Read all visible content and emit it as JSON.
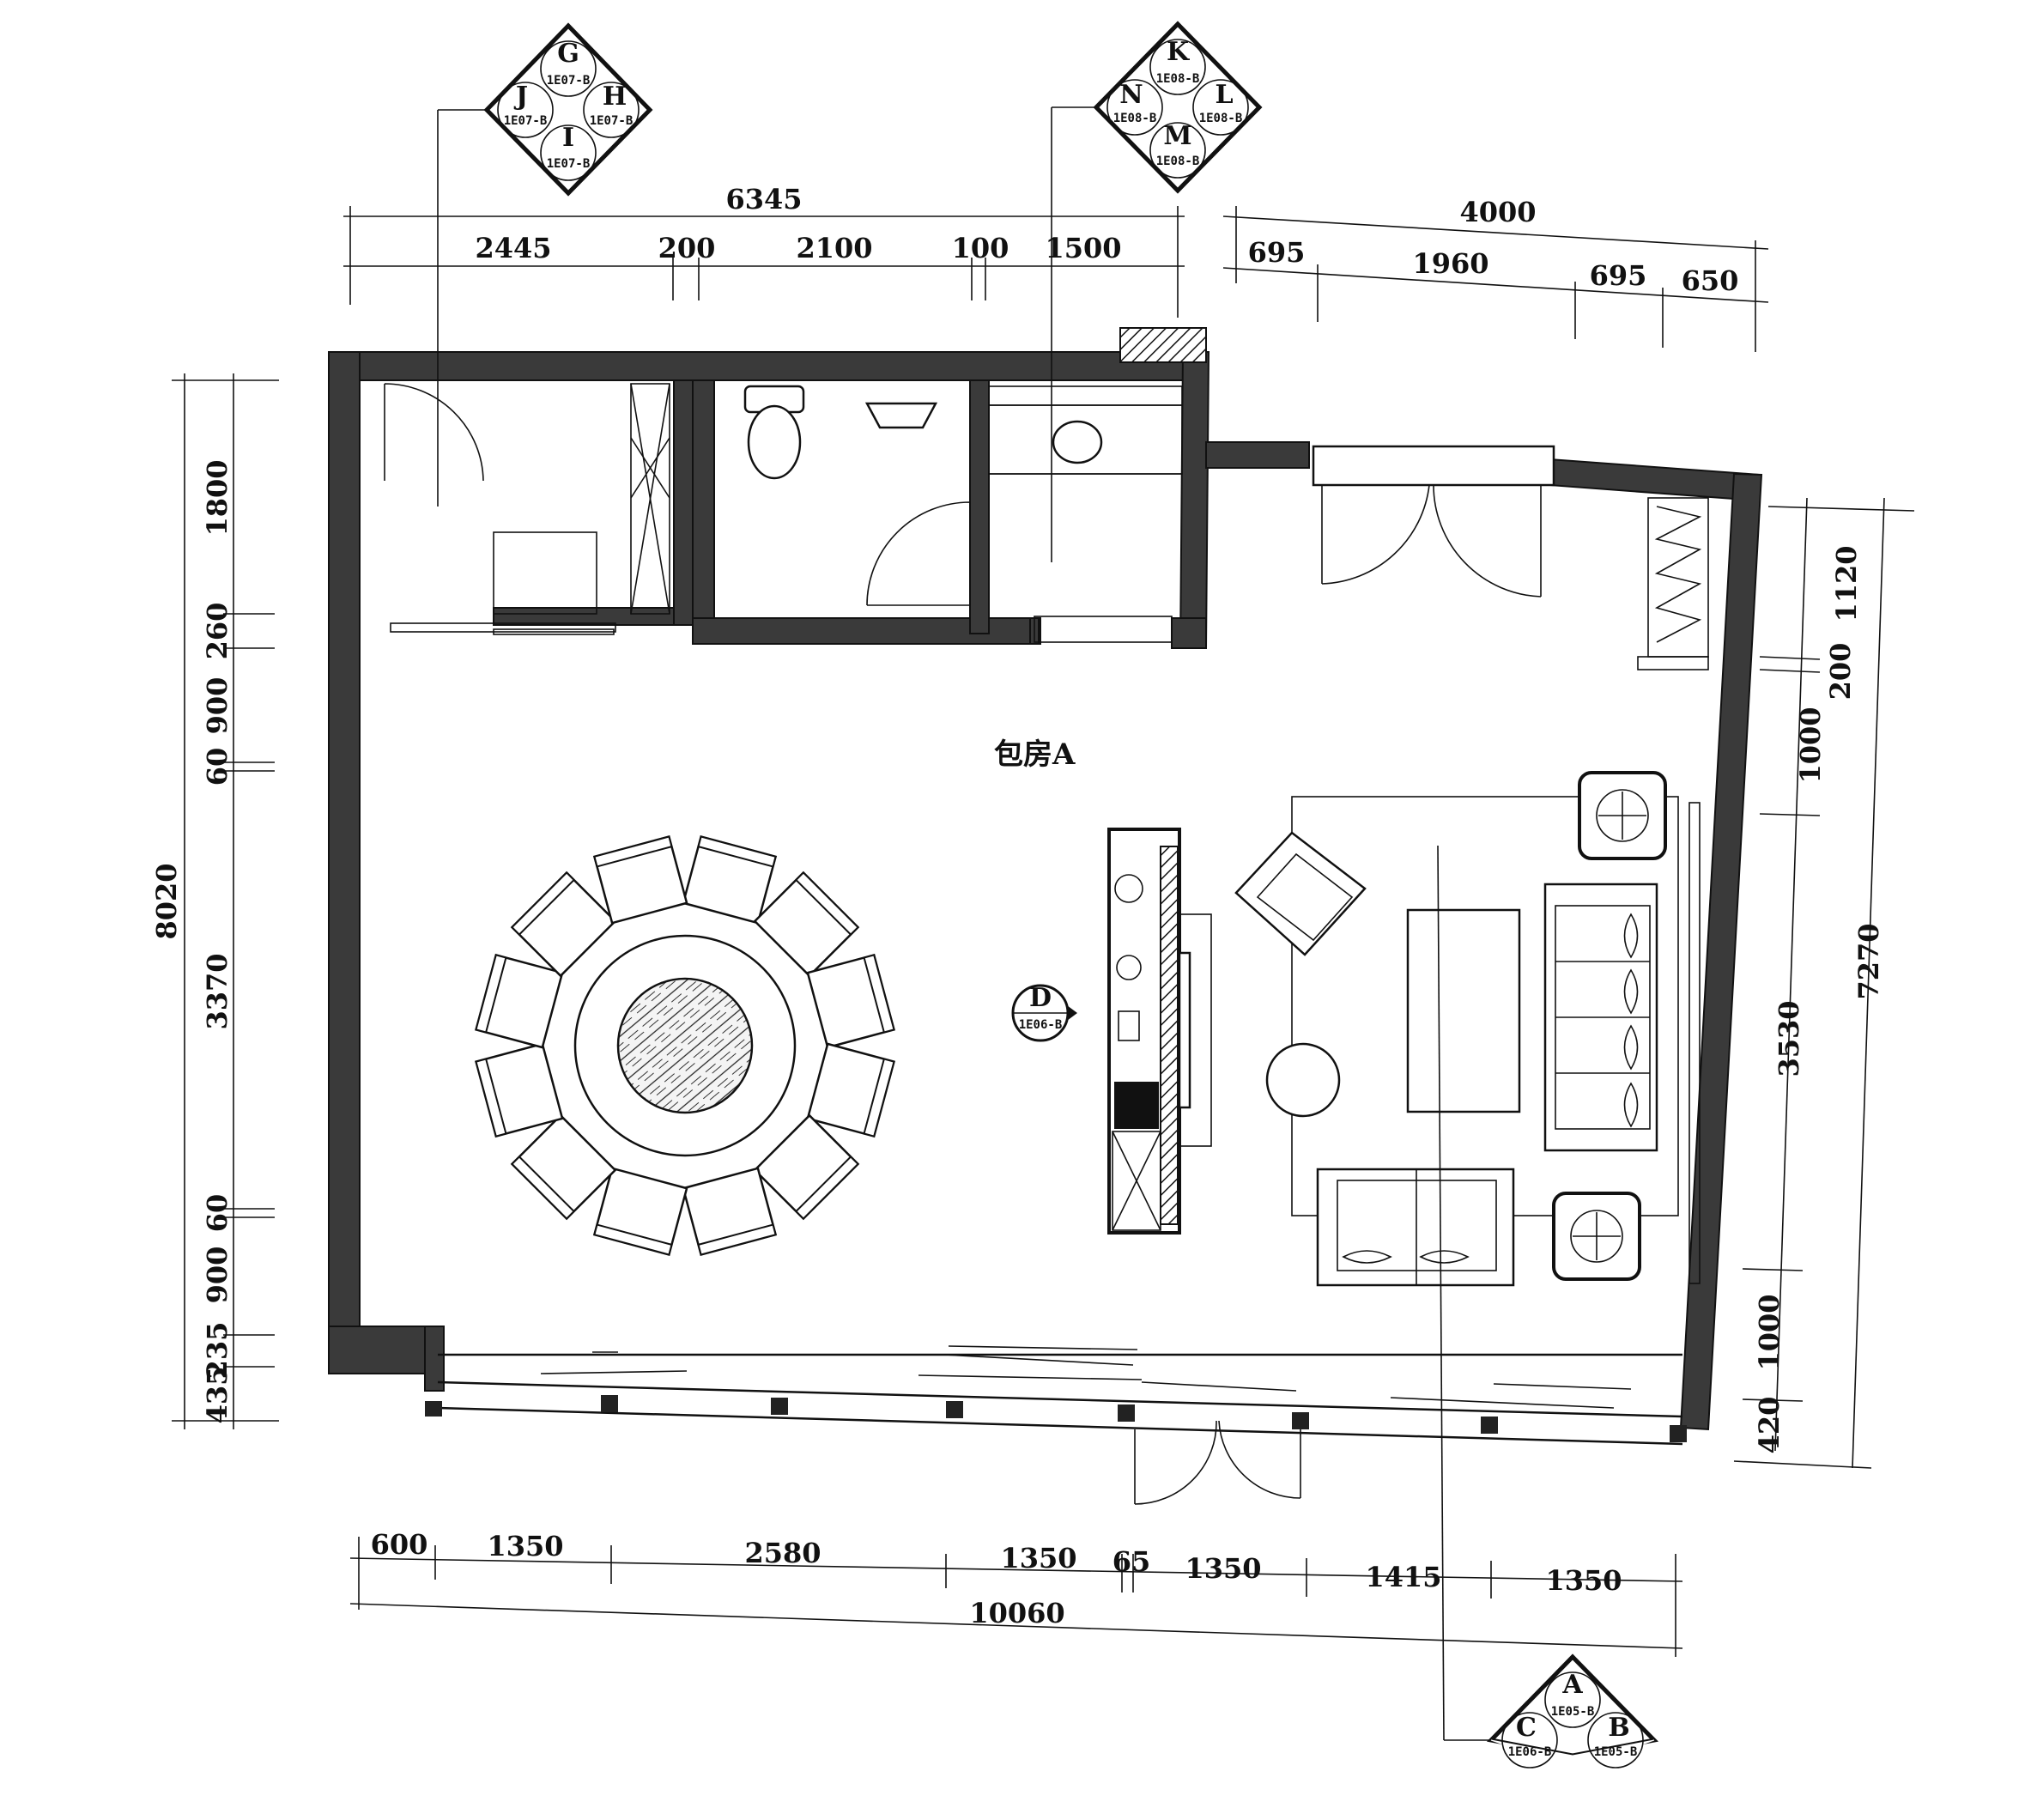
{
  "room_label": "包房A",
  "dims": {
    "top_left_total": "6345",
    "top_left_segments": [
      "2445",
      "200",
      "2100",
      "100",
      "1500"
    ],
    "top_right_total": "4000",
    "top_right_segments": [
      "695",
      "1960",
      "695",
      "650"
    ],
    "left_total": "8020",
    "left_segments": [
      "1800",
      "260",
      "900",
      "60",
      "3370",
      "60",
      "900",
      "235",
      "435"
    ],
    "right_total": "7270",
    "right_segments": [
      "1120",
      "200",
      "1000",
      "3530",
      "1000",
      "420"
    ],
    "bottom_total": "10060",
    "bottom_segments": [
      "600",
      "1350",
      "2580",
      "1350",
      "65",
      "1350",
      "1415",
      "1350"
    ]
  },
  "elevation_markers": {
    "group_1": {
      "letters": [
        "G",
        "H",
        "I",
        "J"
      ],
      "refs": [
        "1E07-B",
        "1E07-B",
        "1E07-B",
        "1E07-B"
      ]
    },
    "group_2": {
      "letters": [
        "K",
        "L",
        "M",
        "N"
      ],
      "refs": [
        "1E08-B",
        "1E08-B",
        "1E08-B",
        "1E08-B"
      ]
    },
    "group_3": {
      "letters": [
        "A",
        "B",
        "C"
      ],
      "refs": [
        "1E05-B",
        "1E05-B",
        "1E06-B"
      ]
    },
    "single": {
      "letter": "D",
      "ref": "1E06-B"
    }
  }
}
